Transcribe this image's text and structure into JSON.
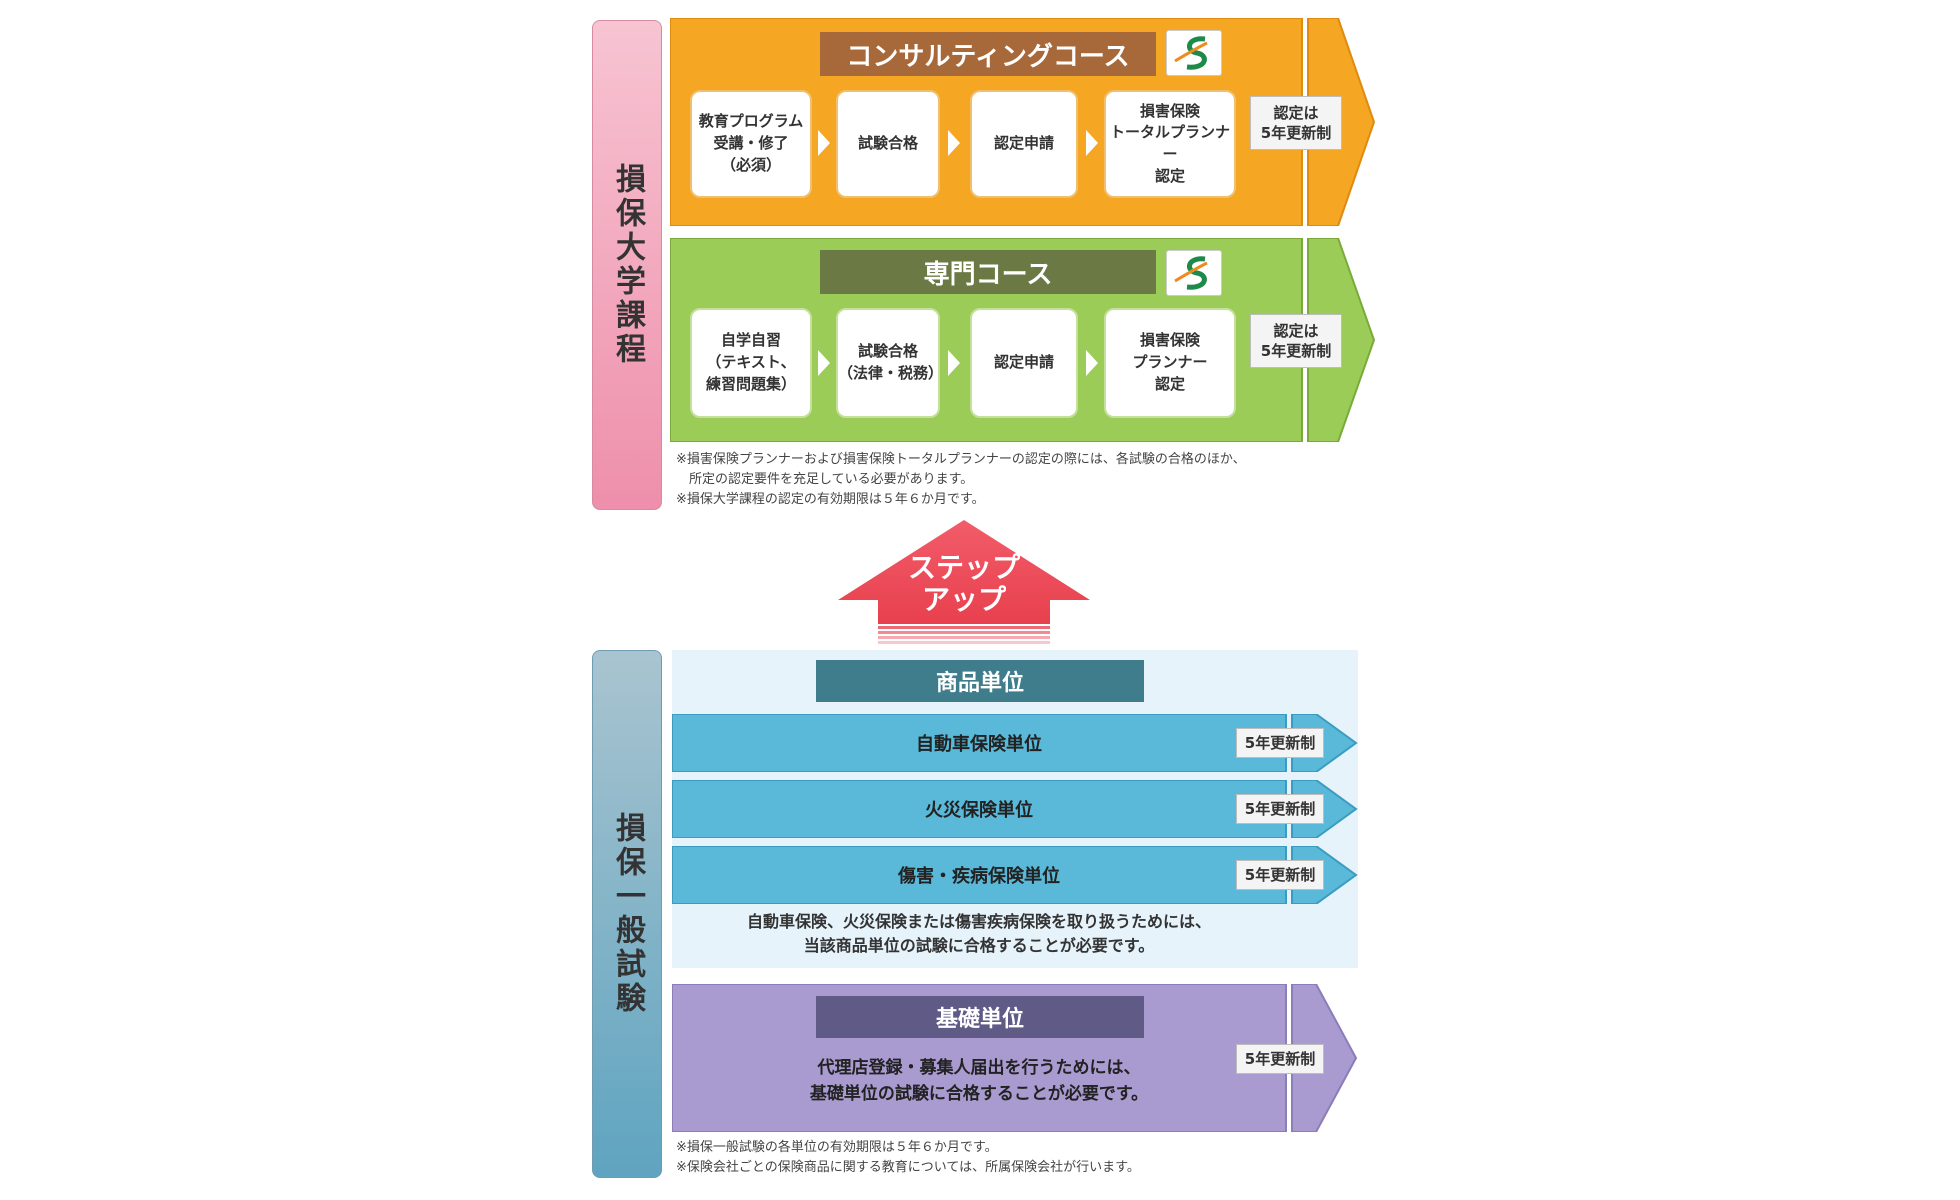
{
  "upper": {
    "side_label": "損保大学課程",
    "consulting": {
      "title": "コンサルティングコース",
      "steps": [
        "教育プログラム\n受講・修了\n（必須）",
        "試験合格",
        "認定申請",
        "損害保険\nトータルプランナー\n認定"
      ],
      "renew": "認定は\n5年更新制"
    },
    "specialist": {
      "title": "専門コース",
      "steps": [
        "自学自習\n（テキスト、\n練習問題集）",
        "試験合格\n（法律・税務）",
        "認定申請",
        "損害保険\nプランナー\n認定"
      ],
      "renew": "認定は\n5年更新制"
    },
    "note": "※損害保険プランナーおよび損害保険トータルプランナーの認定の際には、各試験の合格のほか、\n　所定の認定要件を充足している必要があります。\n※損保大学課程の認定の有効期限は５年６か月です。"
  },
  "stepup": {
    "label": "ステップ\nアップ"
  },
  "lower": {
    "side_label": "損保一般試験",
    "product_units": {
      "title": "商品単位",
      "items": [
        {
          "label": "自動車保険単位",
          "renew": "5年更新制"
        },
        {
          "label": "火災保険単位",
          "renew": "5年更新制"
        },
        {
          "label": "傷害・疾病保険単位",
          "renew": "5年更新制"
        }
      ],
      "description": "自動車保険、火災保険または傷害疾病保険を取り扱うためには、\n当該商品単位の試験に合格することが必要です。"
    },
    "basic_unit": {
      "title": "基礎単位",
      "description": "代理店登録・募集人届出を行うためには、\n基礎単位の試験に合格することが必要です。",
      "renew": "5年更新制"
    },
    "note": "※損保一般試験の各単位の有効期限は５年６か月です。\n※保険会社ごとの保険商品に関する教育については、所属保険会社が行います。"
  },
  "colors": {
    "orange": "#f5a623",
    "orange_dark": "#a8693a",
    "green": "#9ccc58",
    "green_dark": "#6b7a45",
    "pink": "#f2a0b8",
    "blue_side": "#7fb0c8",
    "blue_arrow": "#5ab8d8",
    "blue_title": "#3f7d8c",
    "purple": "#a99bd0",
    "purple_title": "#5f5a86",
    "stepup_red": "#ef4656"
  }
}
